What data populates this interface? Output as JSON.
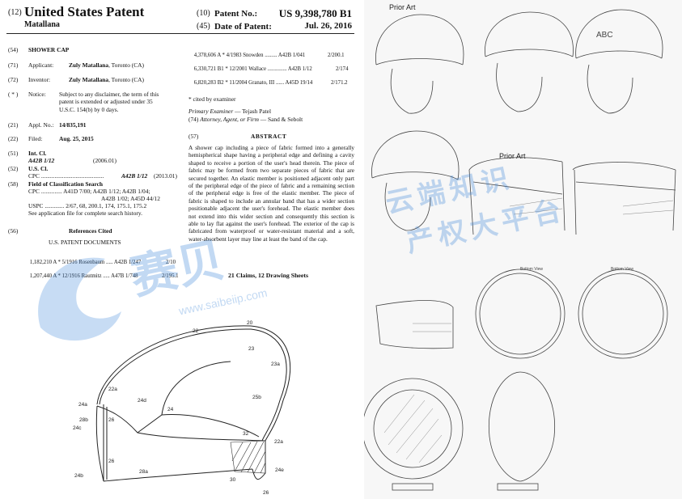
{
  "header": {
    "code12": "(12)",
    "doc_type": "United States Patent",
    "inventor_short": "Matallana",
    "code10": "(10)",
    "patent_no_label": "Patent No.:",
    "patent_no": "US 9,398,780 B1",
    "code45": "(45)",
    "date_label": "Date of Patent:",
    "date": "Jul. 26, 2016"
  },
  "fields": {
    "title_code": "(54)",
    "title": "SHOWER CAP",
    "applicant_code": "(71)",
    "applicant_label": "Applicant:",
    "applicant_name": "Zuly Matallana",
    "applicant_loc": ", Toronto (CA)",
    "inventor_code": "(72)",
    "inventor_label": "Inventor:",
    "inventor_name": "Zuly Matallana",
    "inventor_loc": ", Toronto (CA)",
    "notice_code": "( * )",
    "notice_label": "Notice:",
    "notice_l1": "Subject to any disclaimer, the term of this",
    "notice_l2": "patent is extended or adjusted under 35",
    "notice_l3": "U.S.C. 154(b) by 0 days.",
    "appl_code": "(21)",
    "appl_label": "Appl. No.:",
    "appl_no": "14/835,191",
    "filed_code": "(22)",
    "filed_label": "Filed:",
    "filed_date": "Aug. 25, 2015",
    "intcl_code": "(51)",
    "intcl_label": "Int. Cl.",
    "intcl_class": "A42B 1/12",
    "intcl_year": "(2006.01)",
    "uscl_code": "(52)",
    "uscl_label": "U.S. Cl.",
    "cpc_label": "CPC ..........................................",
    "cpc_class": "A42B 1/12",
    "cpc_year": "(2013.01)",
    "foc_code": "(58)",
    "foc_label": "Field of Classification Search",
    "foc_cpc_l1": "CPC .............. A41D 7/00; A42B 1/12; A42B 1/04;",
    "foc_cpc_l2": "A42B 1/02; A45D 44/12",
    "foc_uspc": "USPC ............. 2/67, 68, 200.1, 174, 175.1, 175.2",
    "foc_see": "See application file for complete search history.",
    "refs_code": "(56)",
    "refs_label": "References Cited",
    "usdocs_label": "U.S. PATENT DOCUMENTS"
  },
  "refs_left": [
    {
      "num": "1,182,210",
      "kind": "A *",
      "date": "5/1916",
      "name": "Rosenbaum",
      "cls": "A42B 1/247",
      "cls2": "2/10"
    },
    {
      "num": "1,207,440",
      "kind": "A *",
      "date": "12/1916",
      "name": "Rautmitz",
      "cls": "A47B 1/748",
      "cls2": "2/195.1"
    }
  ],
  "refs_right": [
    {
      "num": "4,378,606",
      "kind": "A *",
      "date": "4/1983",
      "name": "Snowden",
      "cls": "A42B 1/041",
      "cls2": "2/200.1"
    },
    {
      "num": "6,330,721",
      "kind": "B1 *",
      "date": "12/2001",
      "name": "Wallace",
      "cls": "A42B 1/12",
      "cls2": "2/174"
    },
    {
      "num": "6,820,283",
      "kind": "B2 *",
      "date": "11/2004",
      "name": "Granato, III",
      "cls": "A45D 19/14",
      "cls2": "2/171.2"
    }
  ],
  "cited_note": "* cited by examiner",
  "examiner_label": "Primary Examiner",
  "examiner": "— Tejash Patel",
  "attorney_code": "(74)",
  "attorney_label": "Attorney, Agent, or Firm",
  "attorney": "— Sand & Sebolt",
  "abstract_code": "(57)",
  "abstract_title": "ABSTRACT",
  "abstract_text": "A shower cap including a piece of fabric formed into a generally hemispherical shape having a peripheral edge and defining a cavity shaped to receive a portion of the user's head therein. The piece of fabric may be formed from two separate pieces of fabric that are secured together. An elastic member is positioned adjacent only part of the peripheral edge of the piece of fabric and a remaining section of the peripheral edge is free of the elastic member. The piece of fabric is shaped to include an annular band that has a wider section positionable adjacent the user's forehead. The elastic member does not extend into this wider section and consequently this section is able to lay flat against the user's forehead. The exterior of the cap is fabricated from waterproof or water-resistant material and a soft, water-absorbent layer may line at least the band of the cap.",
  "claims": "21 Claims, 12 Drawing Sheets",
  "drawings": {
    "prior_art_1": "Prior Art",
    "prior_art_2": "Prior Art",
    "abc": "ABC",
    "bottom_view_1": "Bottom View",
    "bottom_view_2": "Bottom View"
  },
  "ref_numerals": [
    "22",
    "20",
    "23",
    "23a",
    "22a",
    "25b",
    "24a",
    "24d",
    "24",
    "28b",
    "24c",
    "26",
    "26",
    "32",
    "22a",
    "28a",
    "24b",
    "30",
    "24e",
    "26"
  ],
  "watermark": {
    "cn1": "云端知识",
    "cn2": "产权大平台",
    "brand": "赛贝",
    "url": "www.saibeiip.com"
  }
}
